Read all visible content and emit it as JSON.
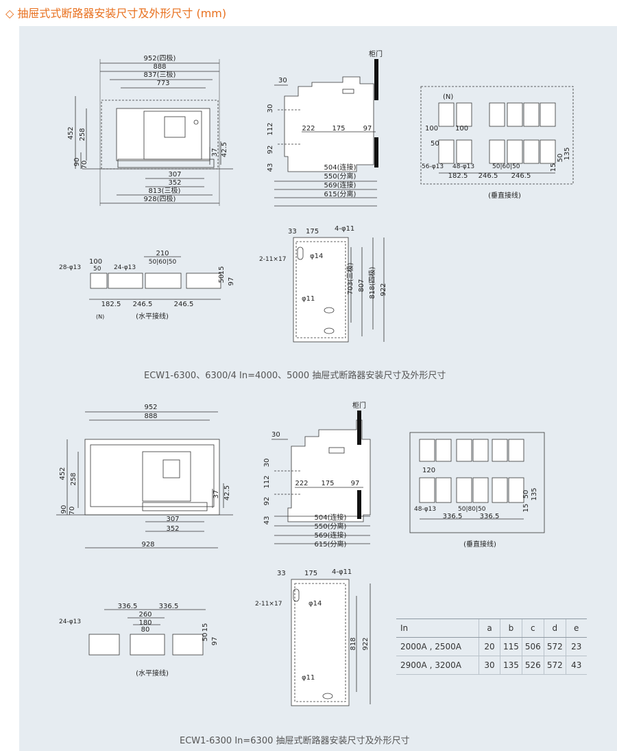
{
  "title": "◇ 抽屉式式断路器安装尺寸及外形尺寸 (mm)",
  "top": {
    "caption": "ECW1-6300、6300/4  In=4000、5000 抽屉式断路器安装尺寸及外形尺寸",
    "front": {
      "dims_h": [
        "952(四极)",
        "888",
        "837(三极)",
        "773",
        "307",
        "352",
        "813(三极)",
        "928(四极)"
      ],
      "dims_v": [
        "452",
        "258",
        "90",
        "70",
        "37",
        "42.5"
      ]
    },
    "side": {
      "door_label": "柜门",
      "dims": [
        "30",
        "30",
        "112",
        "92",
        "43",
        "222",
        "175",
        "97",
        "504(连接)",
        "550(分离)",
        "569(连接)",
        "615(分离)"
      ]
    },
    "vertical": {
      "label": "(垂直接线)",
      "n_label": "(N)",
      "dims": [
        "100",
        "100",
        "50",
        "56-φ13",
        "48-φ13",
        "50|60|50",
        "182.5",
        "246.5",
        "246.5",
        "15",
        "50",
        "135"
      ]
    },
    "horizontal": {
      "label": "(水平接线)",
      "n_label": "(N)",
      "dims": [
        "28-φ13",
        "100",
        "50",
        "24-φ13",
        "210",
        "50|60|50",
        "182.5",
        "246.5",
        "246.5",
        "50",
        "15",
        "97"
      ]
    },
    "mounting": {
      "dims": [
        "33",
        "175",
        "4-φ11",
        "2-11×17",
        "φ14",
        "φ11",
        "703(三极)",
        "807",
        "818(四极)",
        "922"
      ]
    }
  },
  "bottom": {
    "caption": "ECW1-6300  In=6300 抽屉式断路器安装尺寸及外形尺寸",
    "front": {
      "dims_h": [
        "952",
        "888",
        "307",
        "352",
        "928"
      ],
      "dims_v": [
        "452",
        "258",
        "90",
        "70",
        "37",
        "42.5"
      ]
    },
    "side": {
      "door_label": "柜门",
      "dims": [
        "30",
        "30",
        "112",
        "92",
        "43",
        "222",
        "175",
        "97",
        "504(连接)",
        "550(分离)",
        "569(连接)",
        "615(分离)"
      ]
    },
    "vertical": {
      "label": "(垂直接线)",
      "dims": [
        "120",
        "48-φ13",
        "50|80|50",
        "336.5",
        "336.5",
        "50",
        "135",
        "15"
      ]
    },
    "horizontal": {
      "label": "(水平接线)",
      "dims": [
        "336.5",
        "336.5",
        "24-φ13",
        "260",
        "180",
        "80",
        "50",
        "15",
        "97"
      ]
    },
    "mounting": {
      "dims": [
        "33",
        "175",
        "4-φ11",
        "2-11×17",
        "φ14",
        "φ11",
        "818",
        "922"
      ]
    }
  },
  "table": {
    "headers": [
      "In",
      "a",
      "b",
      "c",
      "d",
      "e"
    ],
    "rows": [
      [
        "2000A , 2500A",
        "20",
        "115",
        "506",
        "572",
        "23"
      ],
      [
        "2900A , 3200A",
        "30",
        "135",
        "526",
        "572",
        "43"
      ]
    ]
  },
  "colors": {
    "title": "#e8701e",
    "panel": "#e6ecf1",
    "line": "#333333",
    "door": "#111111"
  }
}
